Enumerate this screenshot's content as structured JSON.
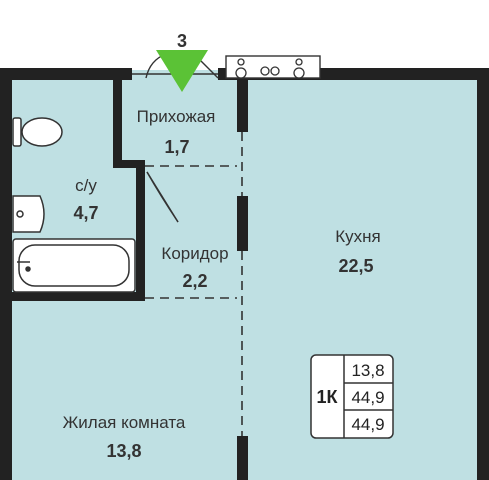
{
  "plan": {
    "entrance_number": "3",
    "colors": {
      "floor": "#bfe0e3",
      "wall": "#222222",
      "entrance_marker": "#5bc236",
      "info_border": "#333333"
    },
    "rooms": {
      "hallway": {
        "name": "Прихожая",
        "area": "1,7"
      },
      "bathroom": {
        "name": "с/у",
        "area": "4,7"
      },
      "corridor": {
        "name": "Коридор",
        "area": "2,2"
      },
      "kitchen": {
        "name": "Кухня",
        "area": "22,5"
      },
      "living": {
        "name": "Жилая комната",
        "area": "13,8"
      }
    },
    "info": {
      "type": "1К",
      "values": [
        "13,8",
        "44,9",
        "44,9"
      ]
    },
    "icons": [
      "toilet-icon",
      "sink-icon",
      "bathtub-icon",
      "stove-icon",
      "kitchen-sink-icon",
      "entrance-door-icon"
    ]
  }
}
